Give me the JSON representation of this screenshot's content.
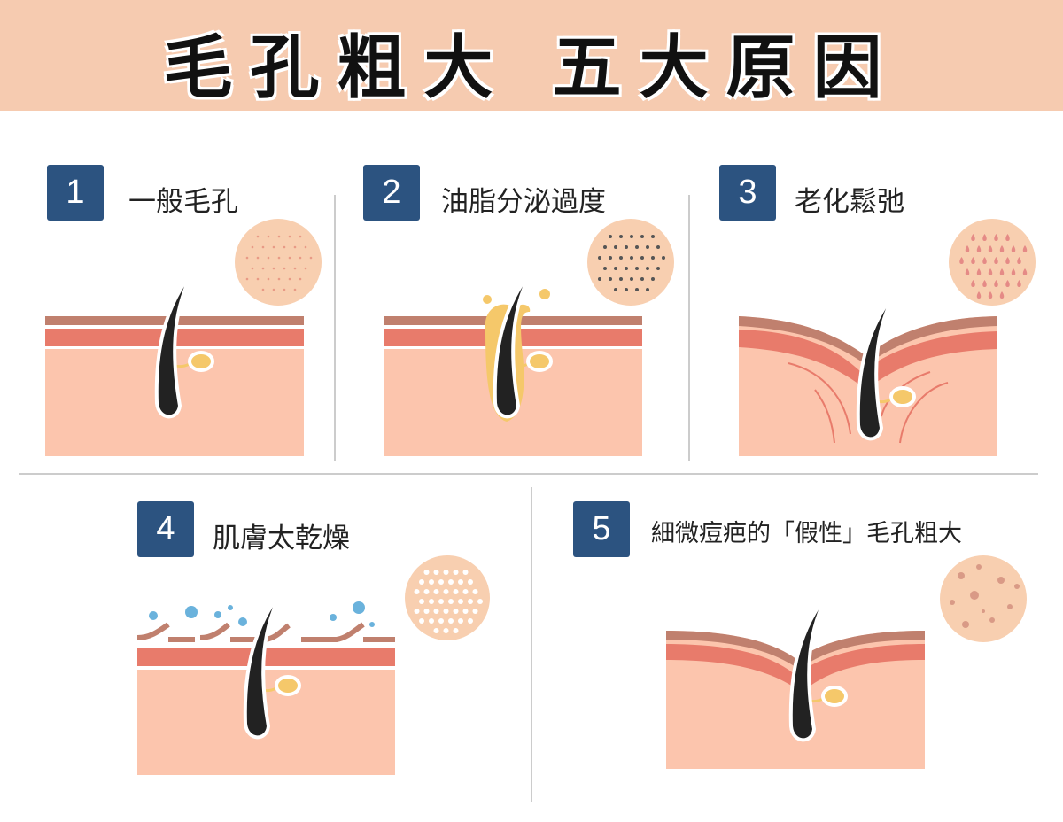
{
  "title": "毛孔粗大 五大原因",
  "causes": [
    {
      "number": "1",
      "label": "一般毛孔"
    },
    {
      "number": "2",
      "label": "油脂分泌過度"
    },
    {
      "number": "3",
      "label": "老化鬆弛"
    },
    {
      "number": "4",
      "label": "肌膚太乾燥"
    },
    {
      "number": "5",
      "label": "細微痘疤的「假性」毛孔粗大"
    }
  ],
  "colors": {
    "header": "#f6cbb0",
    "badge": "#2c5380",
    "skin_top": "#c0806e",
    "skin_mid": "#e87b6b",
    "skin_base": "#fcc5ad",
    "hair": "#222222",
    "sebum": "#f5c86a"
  }
}
